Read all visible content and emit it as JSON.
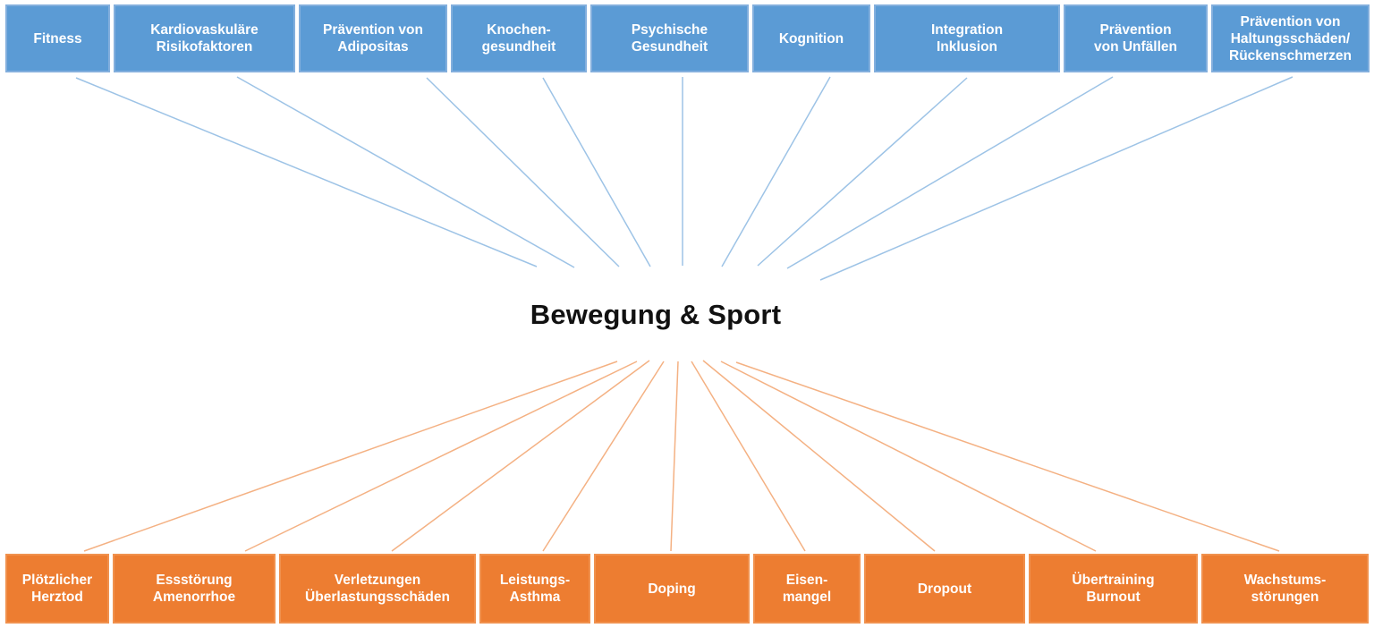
{
  "diagram": {
    "center_label": "Bewegung & Sport",
    "benefits": [
      "Fitness",
      "Kardiovaskuläre\nRisikofaktoren",
      "Prävention von\nAdipositas",
      "Knochen-\ngesundheit",
      "Psychische\nGesundheit",
      "Kognition",
      "Integration\nInklusion",
      "Prävention\nvon Unfällen",
      "Prävention von\nHaltungsschäden/\nRückenschmerzen"
    ],
    "risks": [
      "Plötzlicher\nHerztod",
      "Essstörung\nAmenorrhoe",
      "Verletzungen\nÜberlastungsschäden",
      "Leistungs-\nAsthma",
      "Doping",
      "Eisen-\nmangel",
      "Dropout",
      "Übertraining\nBurnout",
      "Wachstums-\nstörungen"
    ],
    "colors": {
      "benefit_fill": "#5B9BD5",
      "benefit_border": "#83AFDD",
      "benefit_line": "#9DC3E6",
      "risk_fill": "#ED7D31",
      "risk_border": "#F0914E",
      "risk_line": "#F4B183",
      "box_text": "#FFFFFF",
      "center_text": "#111111"
    }
  }
}
